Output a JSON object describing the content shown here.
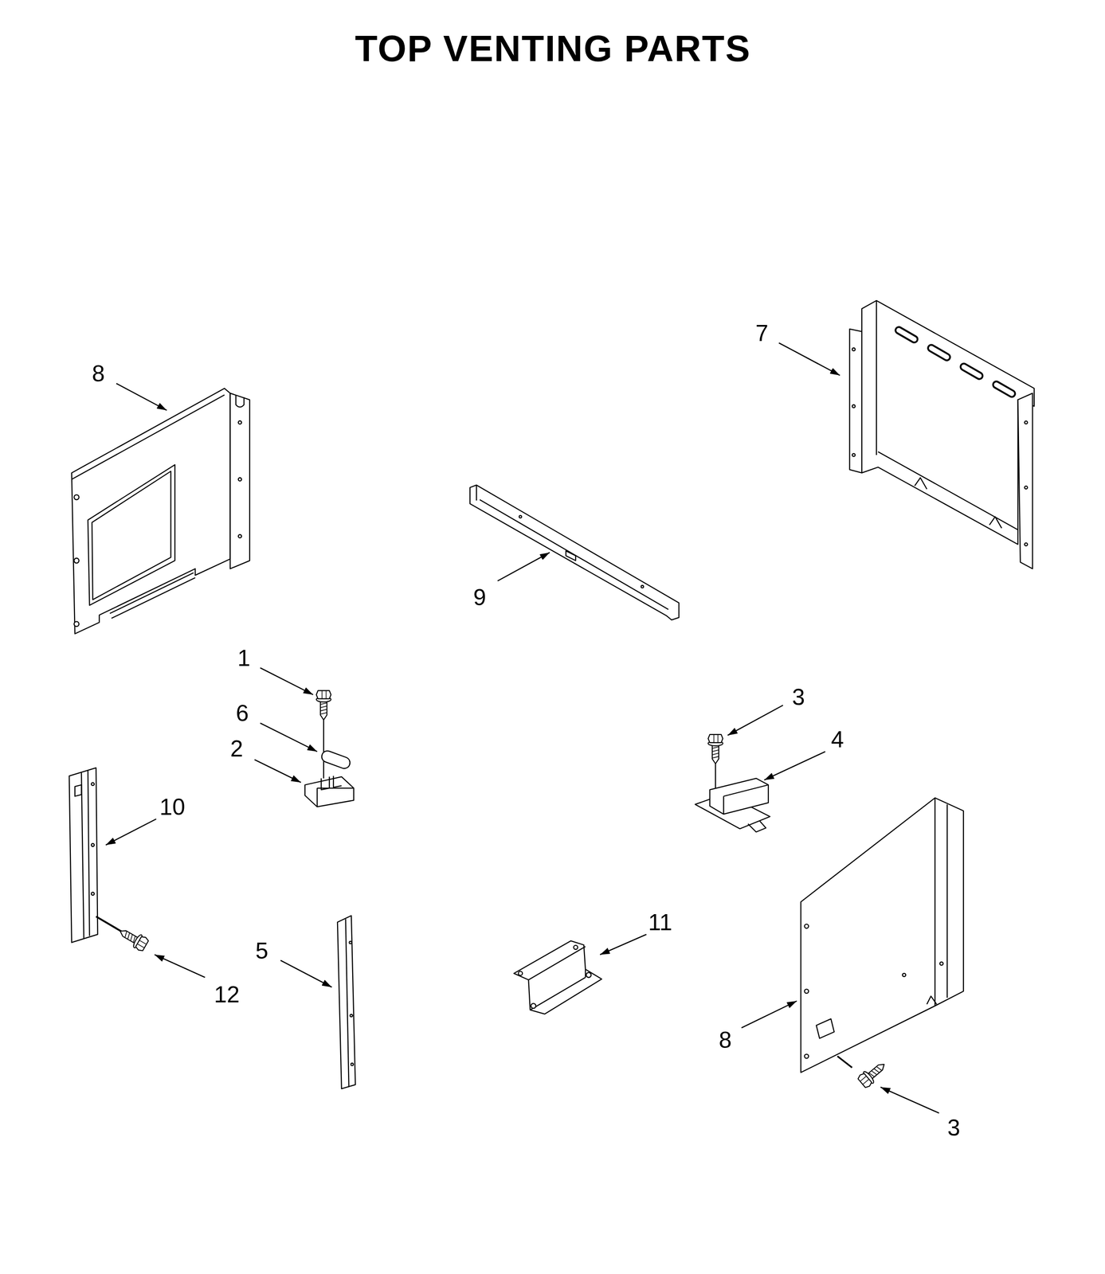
{
  "diagram": {
    "title": "TOP VENTING PARTS",
    "labels": [
      "7",
      "8",
      "9",
      "1",
      "3",
      "6",
      "4",
      "2",
      "10",
      "11",
      "5",
      "12",
      "8",
      "3"
    ]
  }
}
